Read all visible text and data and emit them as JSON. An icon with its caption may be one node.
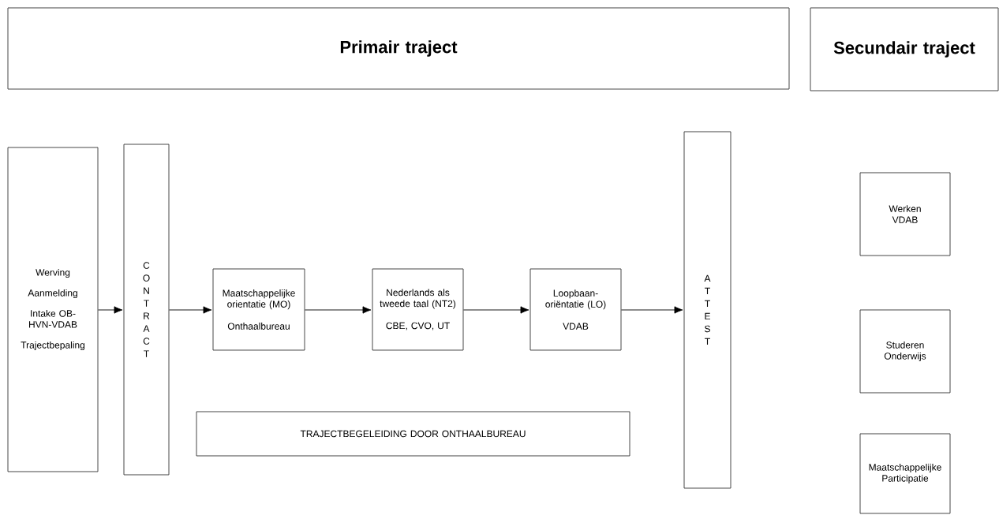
{
  "diagram": {
    "nodes": [
      {
        "text": [
          "Primair traject"
        ]
      },
      {
        "text": [
          "Secundair traject"
        ]
      },
      {
        "text": [
          "Werving",
          "Aanmelding",
          "Intake OB-HVN-VDAB",
          "Trajectbepaling"
        ]
      },
      {
        "text": [
          "CONTRACT"
        ]
      },
      {
        "text": [
          "Maatschappelijke orientatie (MO)",
          "Onthaalbureau"
        ]
      },
      {
        "text": [
          "Nederlands als tweede taal (NT2)",
          "CBE, CVO, UT"
        ]
      },
      {
        "text": [
          "Loopbaan-oriëntatie (LO)",
          "VDAB"
        ]
      },
      {
        "text": [
          "ATTEST"
        ]
      },
      {
        "text": [
          "TRAJECTBEGELEIDING DOOR ONTHAALBUREAU"
        ]
      },
      {
        "text": [
          "Werken VDAB"
        ]
      },
      {
        "text": [
          "Studeren Onderwijs"
        ]
      },
      {
        "text": [
          "Maatschappelijke Participatie"
        ]
      }
    ],
    "edges": [
      {
        "from": 2,
        "to": 3,
        "arrow": "to"
      },
      {
        "from": 3,
        "to": 4,
        "arrow": "to"
      },
      {
        "from": 4,
        "to": 5,
        "arrow": "to"
      },
      {
        "from": 5,
        "to": 6,
        "arrow": "to"
      },
      {
        "from": 6,
        "to": 7,
        "arrow": "to"
      }
    ]
  }
}
